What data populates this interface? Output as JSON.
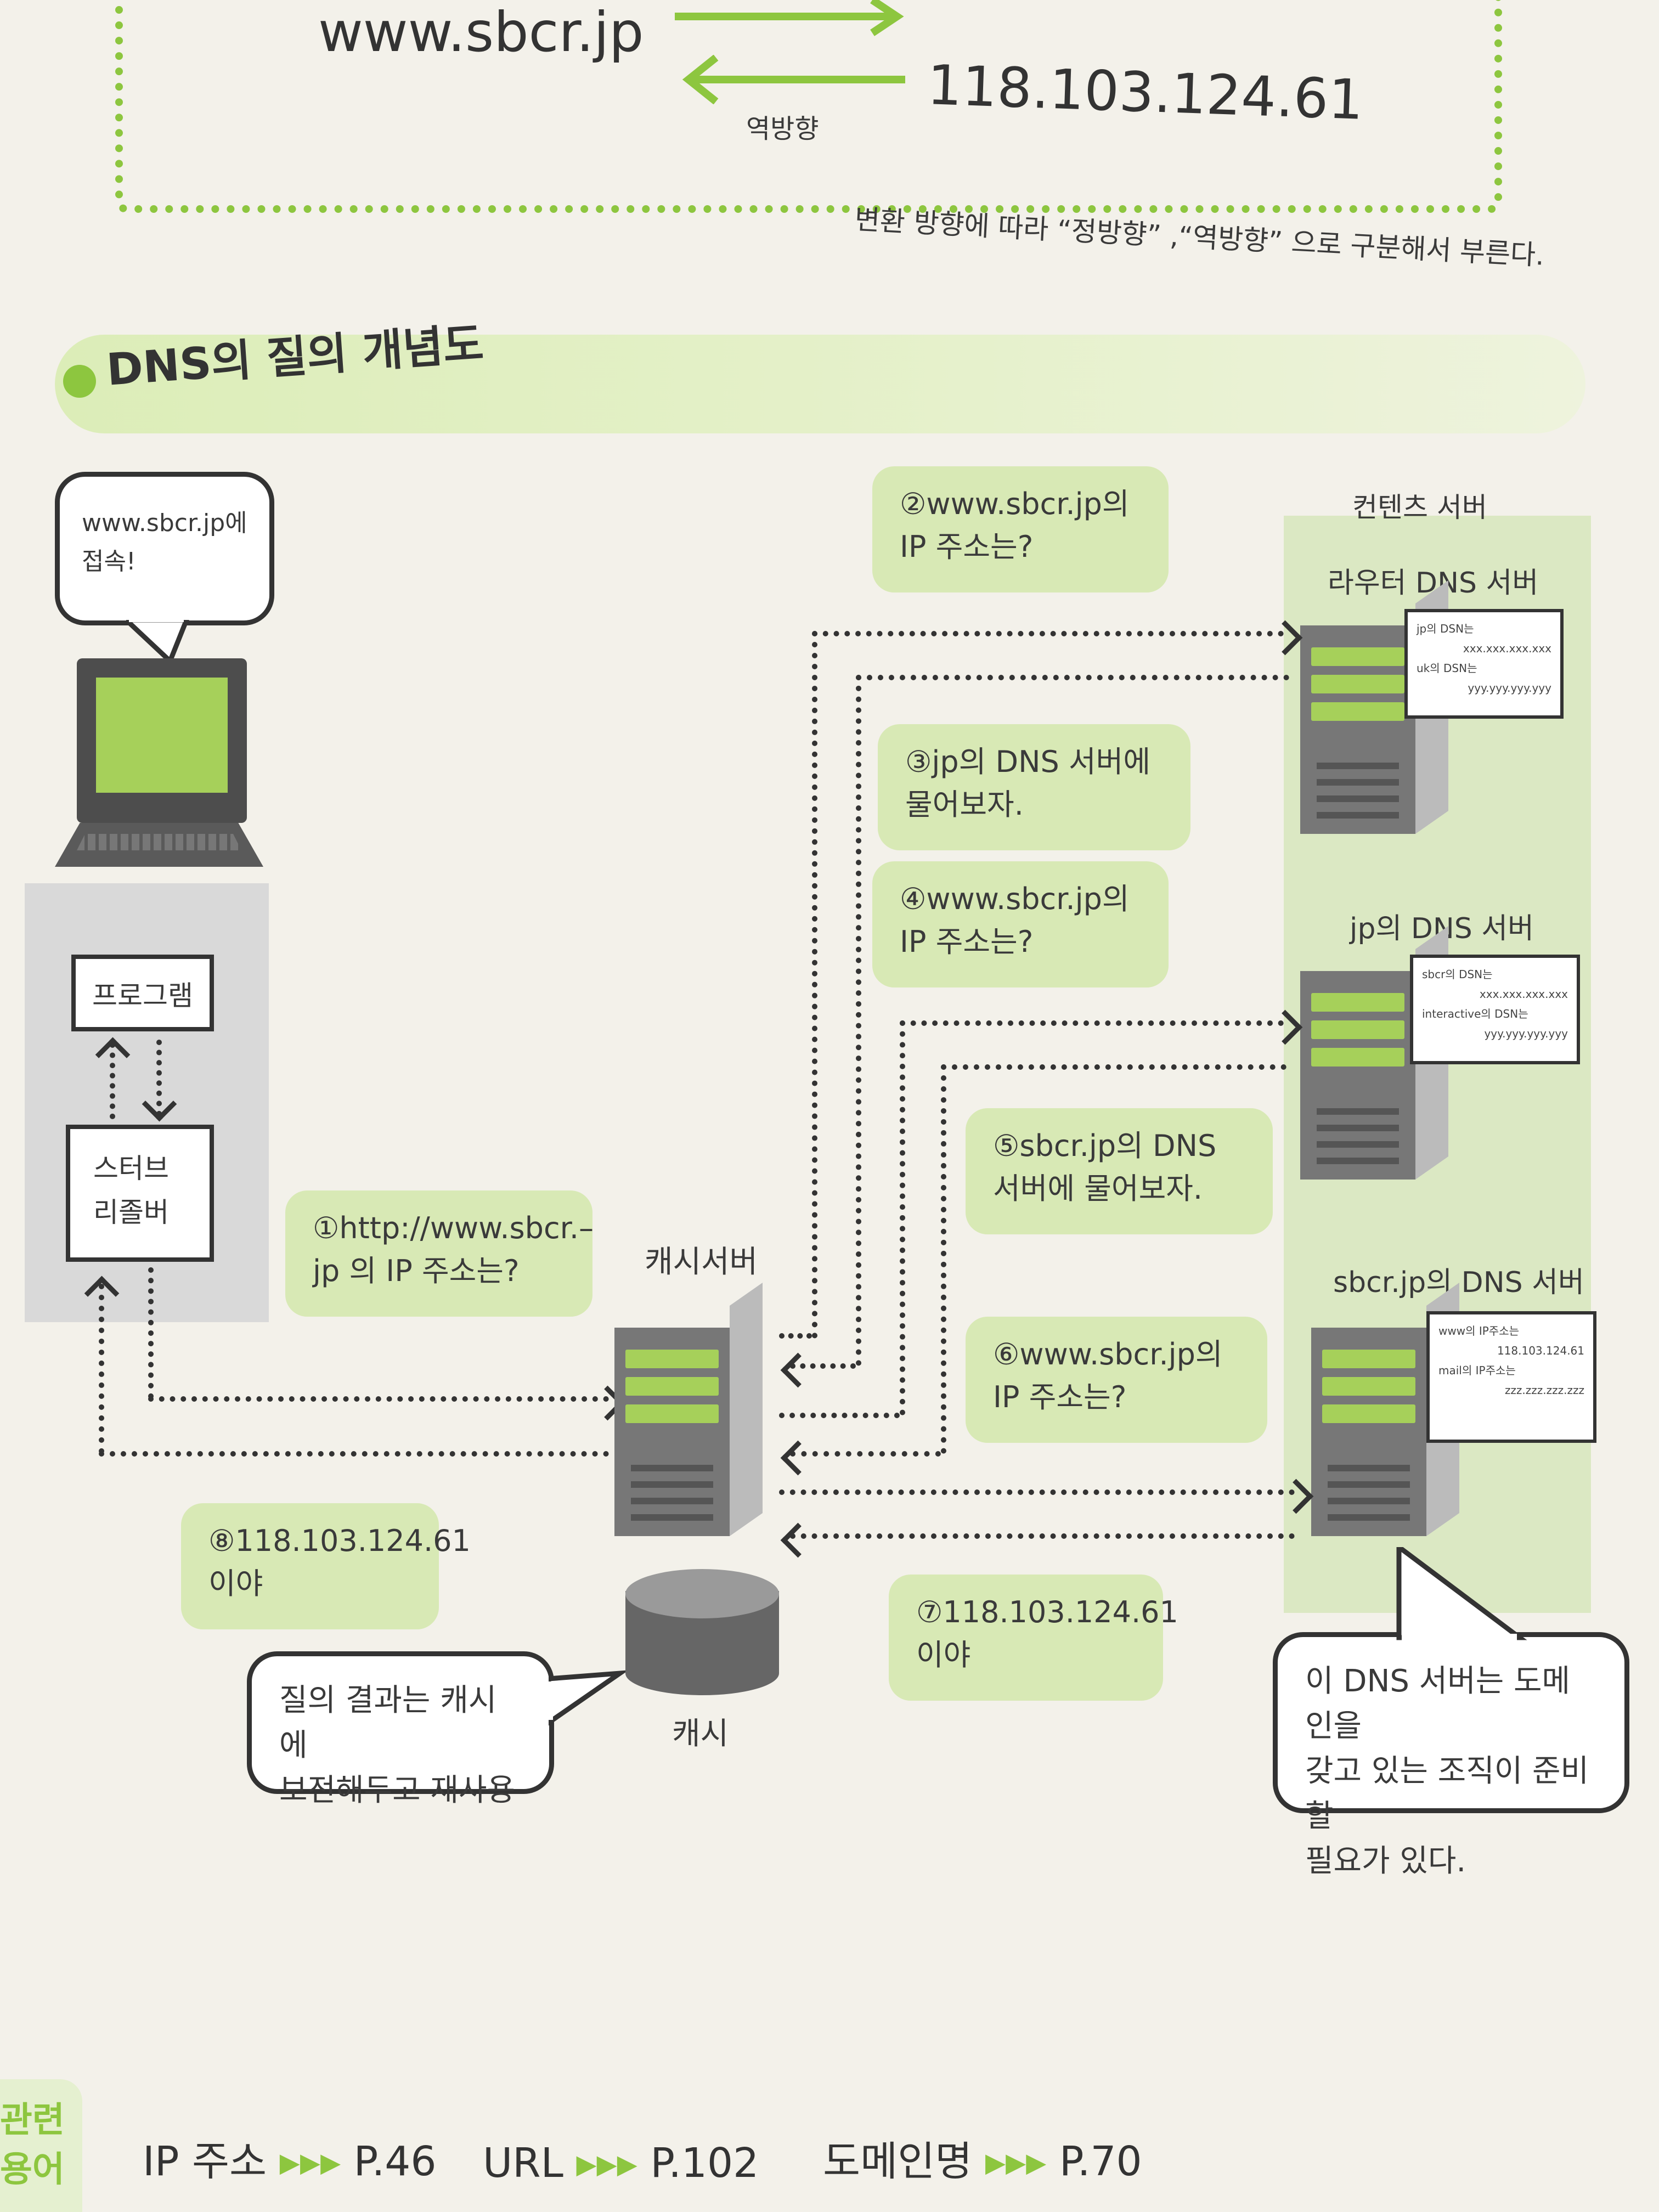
{
  "top": {
    "domain": "www.sbcr.jp",
    "ip": "118.103.124.61",
    "reverse_label": "역방향",
    "caption": "변환 방향에 따라 “정방향” ,“역방향” 으로 구분해서 부른다."
  },
  "heading": "DNS의 질의 개념도",
  "client": {
    "speech": "www.sbcr.jp에\n접속!",
    "program": "프로그램",
    "resolver": "스터브\n리졸버"
  },
  "cache_server_label": "캐시서버",
  "cache_label": "캐시",
  "servers": {
    "column_title": "컨텐츠 서버",
    "root": "라우터 DNS 서버",
    "jp": "jp의 DNS 서버",
    "sbcr": "sbcr.jp의 DNS 서버"
  },
  "docs": {
    "root": [
      "jp의 DSN는",
      "xxx.xxx.xxx.xxx",
      "uk의 DSN는",
      "yyy.yyy.yyy.yyy"
    ],
    "jp": [
      "sbcr의 DSN는",
      "xxx.xxx.xxx.xxx",
      "interactive의 DSN는",
      "yyy.yyy.yyy.yyy"
    ],
    "sbcr": [
      "www의 IP주소는",
      "118.103.124.61",
      "mail의 IP주소는",
      "zzz.zzz.zzz.zzz"
    ]
  },
  "steps": {
    "s1": "①http://www.sbcr.–\njp 의 IP 주소는?",
    "s2": "②www.sbcr.jp의\nIP 주소는?",
    "s3": "③jp의 DNS 서버에\n물어보자.",
    "s4": "④www.sbcr.jp의\nIP 주소는?",
    "s5": "⑤sbcr.jp의 DNS\n서버에 물어보자.",
    "s6": "⑥www.sbcr.jp의\nIP 주소는?",
    "s7": "⑦118.103.124.61\n이야",
    "s8": "⑧118.103.124.61\n이야"
  },
  "notes": {
    "cache_note": "질의 결과는 캐시에\n보전해두고 재사용",
    "domain_note": "이 DNS 서버는 도메인을\n갖고 있는 조직이 준비할\n필요가 있다."
  },
  "footer": {
    "tab": "관련\n용어",
    "links": [
      {
        "label": "IP 주소",
        "page": "P.46"
      },
      {
        "label": "URL",
        "page": "P.102"
      },
      {
        "label": "도메인명",
        "page": "P.70"
      }
    ],
    "arrows": "▸▸▸"
  },
  "colors": {
    "accent": "#8dc63f",
    "callout": "#d8e9b5",
    "server_column": "#dbe8c3"
  }
}
